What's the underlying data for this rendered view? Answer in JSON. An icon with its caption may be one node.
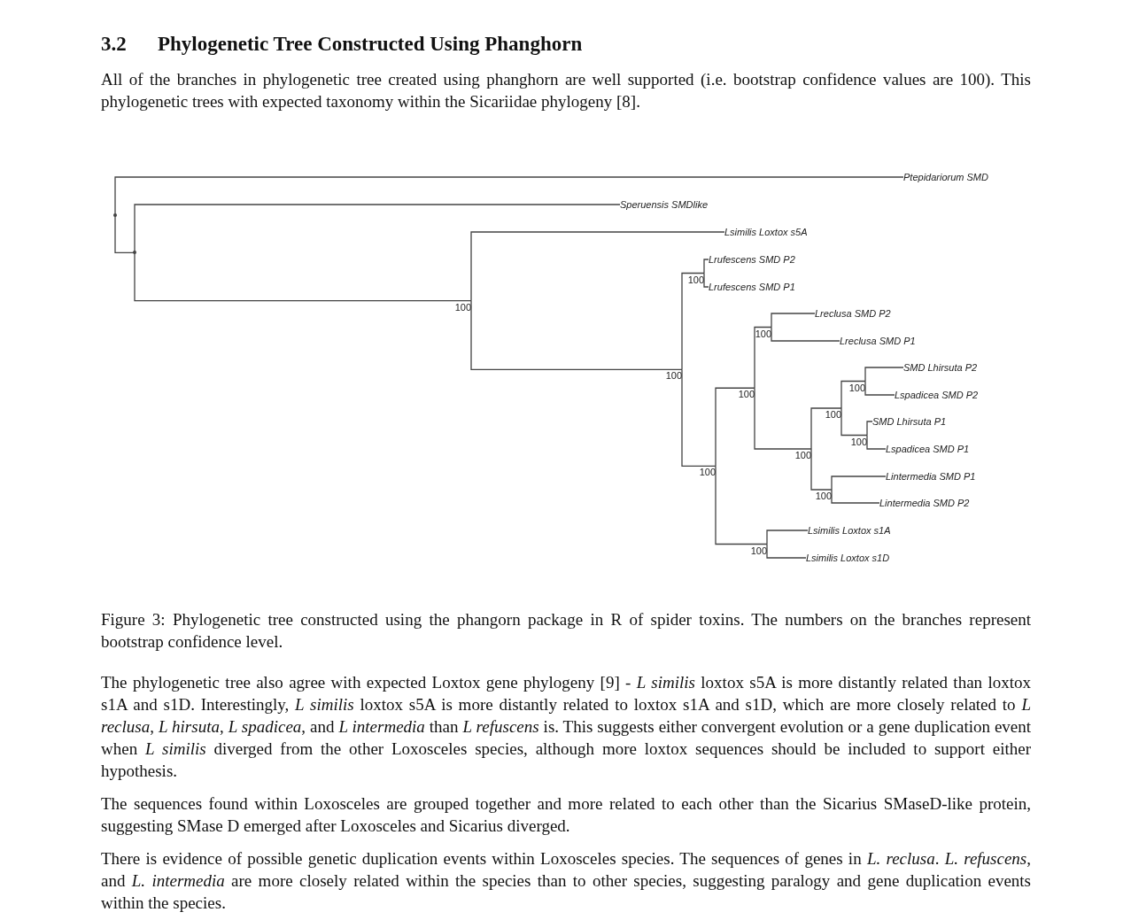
{
  "diagram": {
    "title": "Phylogenetic Tree Constructed Using Phanghorn",
    "caption": "Figure 3: Phylogenetic tree constructed using the phangorn package in R of spider toxins. The numbers on the branches represent bootstrap confidence level.",
    "nodes": [
      {
        "text": [],
        "shape": "point"
      },
      {
        "text": [
          "Ptepidariorum SMD"
        ]
      },
      {
        "text": [],
        "shape": "point"
      },
      {
        "text": [
          "Speruensis SMDlike"
        ]
      },
      {
        "text": [
          "100"
        ]
      },
      {
        "text": [
          "Lsimilis Loxtox s5A"
        ]
      },
      {
        "text": [
          "100"
        ]
      },
      {
        "text": [
          "100"
        ]
      },
      {
        "text": [
          "Lrufescens SMD P2"
        ]
      },
      {
        "text": [
          "Lrufescens SMD P1"
        ]
      },
      {
        "text": [
          "100"
        ]
      },
      {
        "text": [
          "100"
        ]
      },
      {
        "text": [
          "100"
        ]
      },
      {
        "text": [
          "Lreclusa SMD P2"
        ]
      },
      {
        "text": [
          "Lreclusa SMD P1"
        ]
      },
      {
        "text": [
          "100"
        ]
      },
      {
        "text": [
          "100"
        ]
      },
      {
        "text": [
          "100"
        ]
      },
      {
        "text": [
          "SMD Lhirsuta P2"
        ]
      },
      {
        "text": [
          "Lspadicea SMD P2"
        ]
      },
      {
        "text": [
          "100"
        ]
      },
      {
        "text": [
          "SMD Lhirsuta P1"
        ]
      },
      {
        "text": [
          "Lspadicea SMD P1"
        ]
      },
      {
        "text": [
          "100"
        ]
      },
      {
        "text": [
          "Lintermedia SMD P1"
        ]
      },
      {
        "text": [
          "Lintermedia SMD P2"
        ]
      },
      {
        "text": [
          "100"
        ]
      },
      {
        "text": [
          "Lsimilis Loxtox s1A"
        ]
      },
      {
        "text": [
          "Lsimilis Loxtox s1D"
        ]
      }
    ],
    "edges": [
      {
        "from": 0,
        "to": 1,
        "arrow": "none"
      },
      {
        "from": 0,
        "to": 2,
        "arrow": "none"
      },
      {
        "from": 2,
        "to": 3,
        "arrow": "none"
      },
      {
        "from": 2,
        "to": 4,
        "arrow": "none"
      },
      {
        "from": 4,
        "to": 5,
        "arrow": "none"
      },
      {
        "from": 4,
        "to": 6,
        "arrow": "none"
      },
      {
        "from": 6,
        "to": 7,
        "arrow": "none"
      },
      {
        "from": 7,
        "to": 8,
        "arrow": "none"
      },
      {
        "from": 7,
        "to": 9,
        "arrow": "none"
      },
      {
        "from": 6,
        "to": 10,
        "arrow": "none"
      },
      {
        "from": 10,
        "to": 11,
        "arrow": "none"
      },
      {
        "from": 11,
        "to": 12,
        "arrow": "none"
      },
      {
        "from": 12,
        "to": 13,
        "arrow": "none"
      },
      {
        "from": 12,
        "to": 14,
        "arrow": "none"
      },
      {
        "from": 11,
        "to": 15,
        "arrow": "none"
      },
      {
        "from": 15,
        "to": 16,
        "arrow": "none"
      },
      {
        "from": 16,
        "to": 17,
        "arrow": "none"
      },
      {
        "from": 17,
        "to": 18,
        "arrow": "none"
      },
      {
        "from": 17,
        "to": 19,
        "arrow": "none"
      },
      {
        "from": 16,
        "to": 20,
        "arrow": "none"
      },
      {
        "from": 20,
        "to": 21,
        "arrow": "none"
      },
      {
        "from": 20,
        "to": 22,
        "arrow": "none"
      },
      {
        "from": 15,
        "to": 23,
        "arrow": "none"
      },
      {
        "from": 23,
        "to": 24,
        "arrow": "none"
      },
      {
        "from": 23,
        "to": 25,
        "arrow": "none"
      },
      {
        "from": 10,
        "to": 26,
        "arrow": "none"
      },
      {
        "from": 26,
        "to": 27,
        "arrow": "none"
      },
      {
        "from": 26,
        "to": 28,
        "arrow": "none"
      }
    ],
    "labels": [
      "3.2",
      "All of the branches in phylogenetic tree created using phanghorn are well supported (i.e. bootstrap confidence values are 100). This phylogenetic trees with expected taxonomy within the Sicariidae phylogeny [8].",
      "The phylogenetic tree also agree with expected Loxtox gene phylogeny [9] - *L similis* loxtox s5A is more distantly related than loxtox s1A and s1D. Interestingly, *L similis* loxtox s5A is more distantly related to loxtox s1A and s1D, which are more closely related to *L reclusa*, *L hirsuta*, *L spadicea*, and *L intermedia* than *L refuscens* is. This suggests either convergent evolution or a gene duplication event when *L similis* diverged from the other Loxosceles species, although more loxtox sequences should be included to support either hypothesis.",
      "The sequences found within Loxosceles are grouped together and more related to each other than the Sicarius SMaseD-like protein, suggesting SMase D emerged after Loxosceles and Sicarius diverged.",
      "There is evidence of possible genetic duplication events within Loxosceles species. The sequences of genes in *L. reclusa*. *L. refuscens*, and *L. intermedia* are more closely related within the species than to other species, suggesting paralogy and gene duplication events within the species."
    ]
  }
}
